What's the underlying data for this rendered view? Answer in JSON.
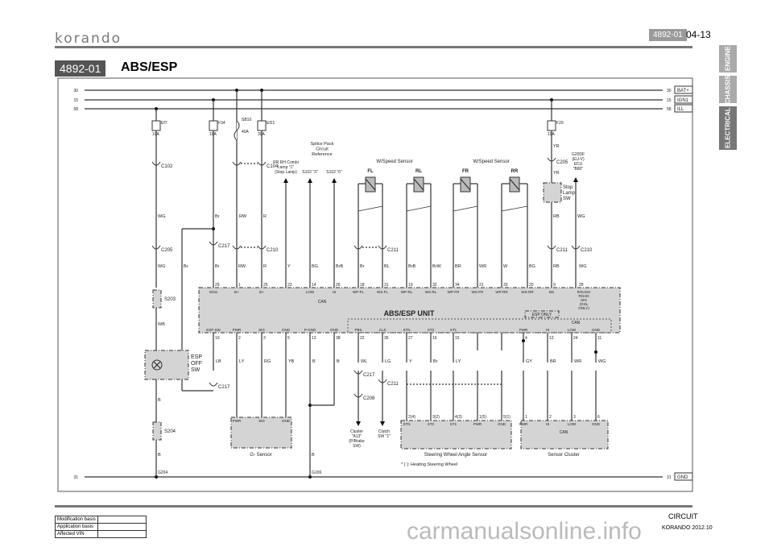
{
  "header": {
    "brand": "korando",
    "code": "4892-01",
    "page": "04-13"
  },
  "section": {
    "code": "4892-01",
    "title": "ABS/ESP"
  },
  "side_tabs": [
    "ENGINE",
    "CHASSIS",
    "ELECTRICAL"
  ],
  "buses": [
    {
      "num": "30",
      "label": "BAT+"
    },
    {
      "num": "15",
      "label": "IGN1"
    },
    {
      "num": "58",
      "label": "ILL"
    }
  ],
  "ground": {
    "num": "31",
    "label": "GND",
    "g1": "G204",
    "g2": "G106"
  },
  "fuses": [
    {
      "name": "Ef7",
      "rating": "10A"
    },
    {
      "name": "F34",
      "rating": "10A"
    },
    {
      "name": "SB10",
      "rating": "40A"
    },
    {
      "name": "Ef21",
      "rating": "30A"
    },
    {
      "name": "F29",
      "rating": "10A"
    }
  ],
  "ecu": {
    "title": "ABS/ESP UNIT",
    "can": "CAN",
    "esp_only": "ESP ONLY",
    "can2": "CAN",
    "top_pins": [
      {
        "pin": "29",
        "name": "IGN1",
        "wire": "Br"
      },
      {
        "pin": "1",
        "name": "B+",
        "wire": "RW"
      },
      {
        "pin": "25",
        "name": "B+",
        "wire": "R"
      },
      {
        "pin": "23",
        "name": "",
        "wire": "Y"
      },
      {
        "pin": "14",
        "name": "LOW",
        "wire": "BG"
      },
      {
        "pin": "26",
        "name": "HI",
        "wire": "BrB"
      },
      {
        "pin": "18",
        "name": "WP-FL",
        "wire": "Br"
      },
      {
        "pin": "31",
        "name": "WS-FL",
        "wire": "BL"
      },
      {
        "pin": "19",
        "name": "WP-RL",
        "wire": "BrB"
      },
      {
        "pin": "32",
        "name": "WS-RL",
        "wire": "BrW"
      },
      {
        "pin": "34",
        "name": "WP-FR",
        "wire": "BR"
      },
      {
        "pin": "21",
        "name": "WS-FR",
        "wire": "WR"
      },
      {
        "pin": "33",
        "name": "WP-RR",
        "wire": "W"
      },
      {
        "pin": "20",
        "name": "WS-RR",
        "wire": "BG"
      },
      {
        "pin": "9",
        "name": "BS",
        "wire": "RB"
      },
      {
        "pin": "28",
        "name": "ROUGH ROAD SIG (GSL ONLY)",
        "wire": "WG"
      }
    ],
    "bottom_pins": [
      {
        "pin": "10",
        "name": "ESP SW",
        "wire": "LB"
      },
      {
        "pin": "2",
        "name": "PWR",
        "wire": "LY"
      },
      {
        "pin": "3",
        "name": "SIG",
        "wire": "RG"
      },
      {
        "pin": "5",
        "name": "GND",
        "wire": "YB"
      },
      {
        "pin": "13",
        "name": "P-GND",
        "wire": "B"
      },
      {
        "pin": "38",
        "name": "GND",
        "wire": "B"
      },
      {
        "pin": "22",
        "name": "PBS",
        "wire": "WL"
      },
      {
        "pin": "35",
        "name": "CLS",
        "wire": "LG"
      },
      {
        "pin": "27",
        "name": "STN",
        "wire": "Y"
      },
      {
        "pin": "16",
        "name": "ST2",
        "wire": "Br"
      },
      {
        "pin": "15",
        "name": "ST1",
        "wire": "LY"
      },
      {
        "pin": "4",
        "name": "PWR",
        "wire": "GY"
      },
      {
        "pin": "12",
        "name": "HI",
        "wire": "BR"
      },
      {
        "pin": "24",
        "name": "LOW",
        "wire": "WR"
      },
      {
        "pin": "11",
        "name": "GND",
        "wire": "WG"
      }
    ]
  },
  "connectors": {
    "c102": "C102",
    "c104": "C104",
    "c205": "C205",
    "c217": "C217",
    "c210": "C210",
    "c211": "C211",
    "c208": "C208",
    "s203": "S203",
    "s204": "S204"
  },
  "wire_upper": [
    "WG",
    "Br",
    "RW",
    "R",
    "YR",
    "YR",
    "RB",
    "WG",
    "WB",
    "B",
    "B",
    "B",
    "WL",
    "LG",
    "Y",
    "Br",
    "LY",
    "GY",
    "WG",
    "LB"
  ],
  "refs": {
    "stop_lamp": "RR RH Combi Lamp \"1\" (Stop Lamp)",
    "splice": "Splice Pack Circuit Reference",
    "s102a": "S102 \"3\"",
    "s102b": "S102 \"6\"",
    "ecu_ref": "G20DF (EU-V) ECU \"B80\"",
    "cluster": "Cluster \"A13\" (P/Brake SW)",
    "clutch": "Clutch SW \"1\""
  },
  "sensors": {
    "group1": "W/Speed Sensor",
    "group2": "W/Speed Sensor",
    "wheels": [
      "FL",
      "RL",
      "FR",
      "RR"
    ]
  },
  "components": {
    "stop_sw": "Stop Lamp SW",
    "esp_sw": "ESP OFF SW",
    "g_sensor": "G- Sensor",
    "g_pins": [
      "PWR",
      "SIG",
      "GND"
    ],
    "swas": "Steering Wheel Angle Sensor",
    "swas_pins": [
      "STN",
      "ST2",
      "ST1",
      "PWR",
      "GND"
    ],
    "swas_nums": [
      "2(4)",
      "3(2)",
      "4(3)",
      "1(5)",
      "5(1)"
    ],
    "sensor_cluster": "Sensor Cluster",
    "sc_pins": [
      "PWR",
      "HI",
      "LOW",
      "GND"
    ],
    "sc_nums": [
      "1",
      "2",
      "3",
      "6"
    ],
    "sc_can": "CAN",
    "note": "* ( ): Heating Steering Wheel"
  },
  "footer": {
    "rows": [
      "Modification basis",
      "Application basis",
      "Affected VIN"
    ],
    "circuit": "CIRCUIT",
    "version": "KORANDO 2012.10",
    "watermark": "carmanualsonline.info"
  }
}
